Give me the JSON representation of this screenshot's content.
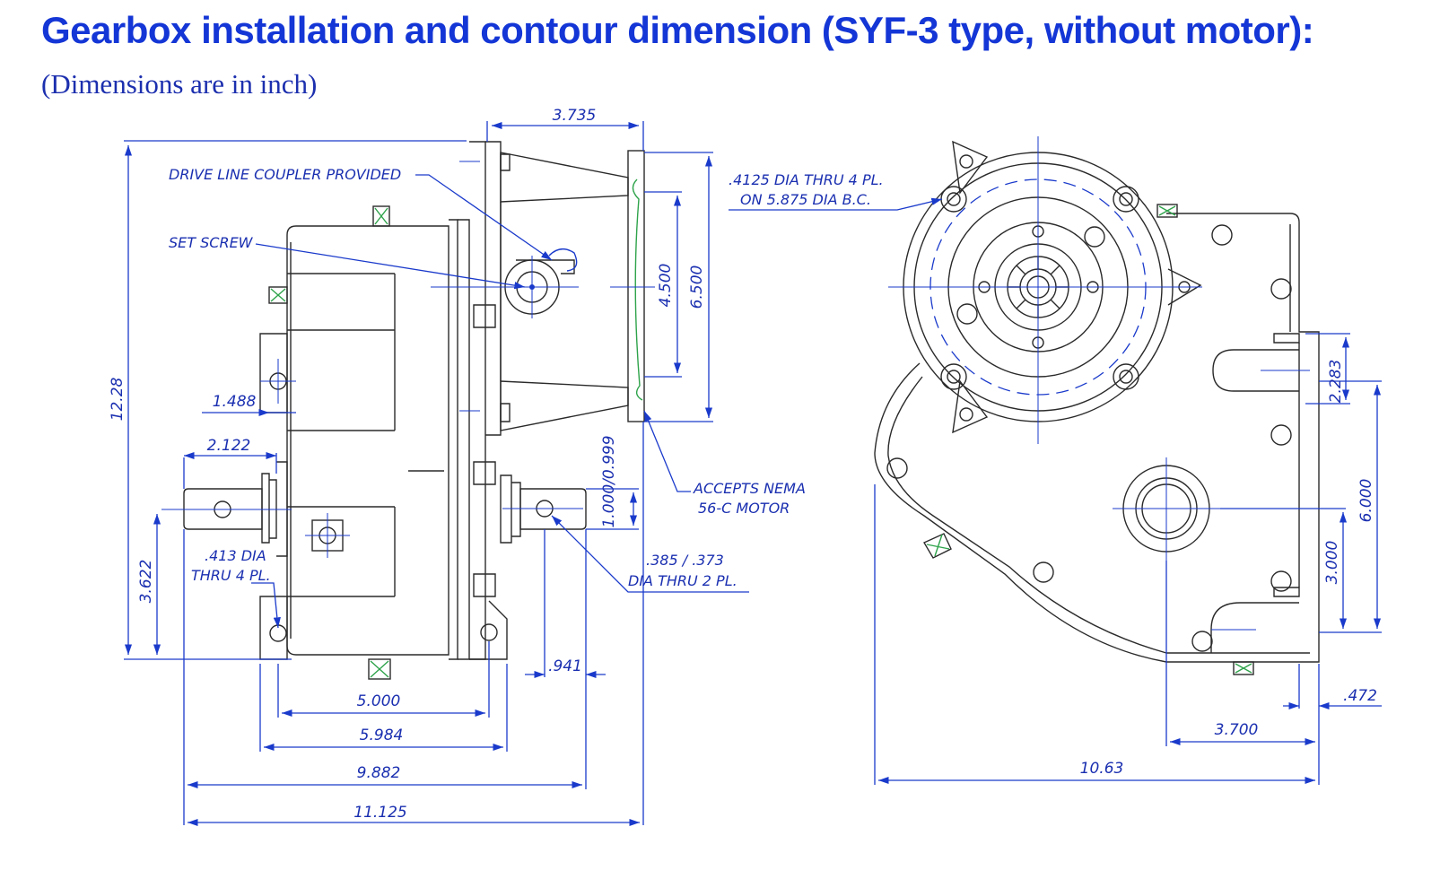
{
  "header": {
    "title": "Gearbox installation and contour dimension (SYF-3 type, without motor):",
    "subtitle": "(Dimensions are in inch)"
  },
  "side_view": {
    "dims": {
      "d3735": "3.735",
      "d1228": "12.28",
      "d1488": "1.488",
      "d2122": "2.122",
      "d3622": "3.622",
      "d4500": "4.500",
      "d6500": "6.500",
      "d1000": "1.000/0.999",
      "d941": ".941",
      "d5000": "5.000",
      "d5984": "5.984",
      "d9882": "9.882",
      "d11125": "11.125"
    },
    "notes": {
      "coupler": "DRIVE LINE COUPLER PROVIDED",
      "set_screw": "SET SCREW",
      "hole413_line1": ".413 DIA",
      "hole413_line2": "THRU 4 PL.",
      "hole385_line1": ".385 / .373",
      "hole385_line2": "DIA THRU 2 PL.",
      "nema_line1": "ACCEPTS NEMA",
      "nema_line2": "56-C MOTOR"
    }
  },
  "front_view": {
    "dims": {
      "d2283": "2.283",
      "d6000": "6.000",
      "d3000": "3.000",
      "d472": ".472",
      "d3700": "3.700",
      "d1063": "10.63"
    },
    "notes": {
      "bc_line1": ".4125 DIA THRU 4 PL.",
      "bc_line2": "ON 5.875 DIA B.C."
    }
  }
}
